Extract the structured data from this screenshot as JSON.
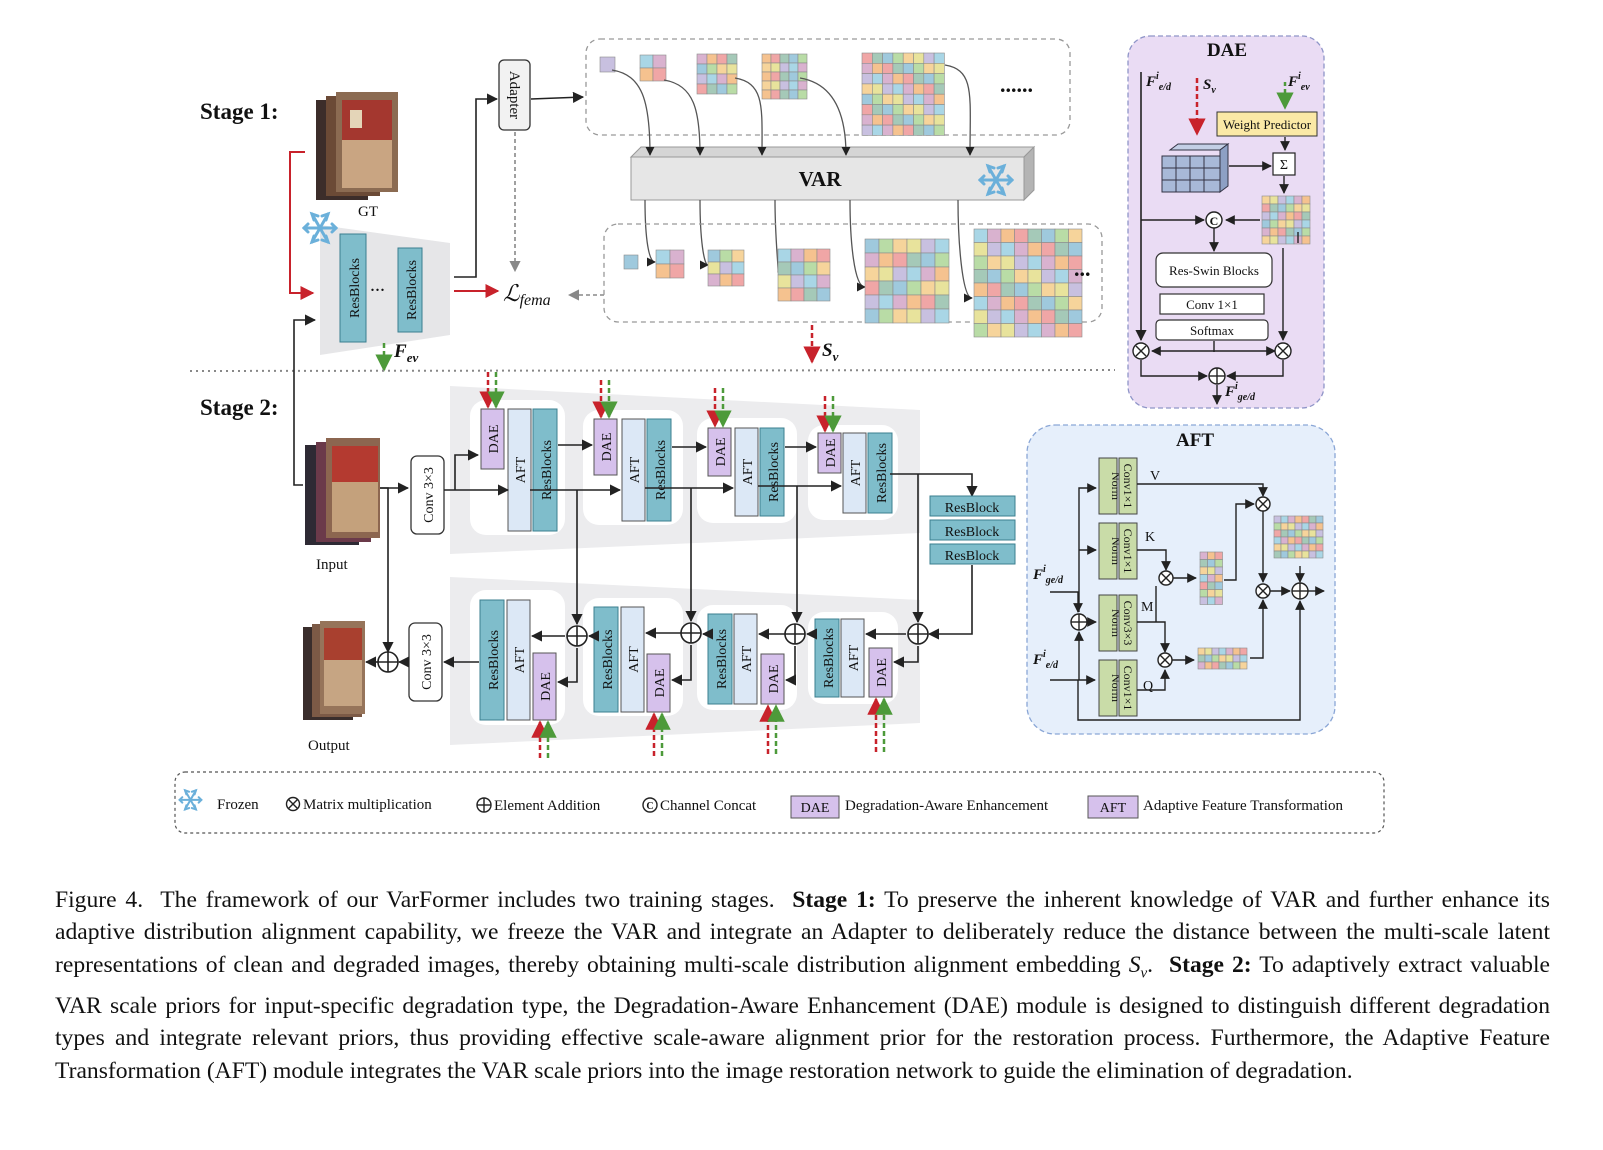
{
  "stage1": {
    "label": "Stage 1:",
    "gt_label": "GT"
  },
  "stage2": {
    "label": "Stage 2:",
    "input_label": "Input",
    "output_label": "Output"
  },
  "encoder": {
    "block_label": "ResBlocks",
    "ellipsis": "...",
    "feature_label": "F",
    "feature_sub": "ev"
  },
  "adapter": {
    "label": "Adapter"
  },
  "loss": {
    "label": "ℒ",
    "sub": "fema"
  },
  "var": {
    "label": "VAR",
    "ellipsis": "......",
    "out_ellipsis": "...",
    "sv_label": "S",
    "sv_sub": "v"
  },
  "network": {
    "conv_label": "Conv 3×3",
    "dae_label": "DAE",
    "aft_label": "AFT",
    "resblocks_label": "ResBlocks",
    "resblock_label": "ResBlock"
  },
  "dae_panel": {
    "title": "DAE",
    "f_ed": "F",
    "f_ed_sup": "i",
    "f_ed_sub": "e/d",
    "sv": "S",
    "sv_sub": "v",
    "f_ev": "F",
    "f_ev_sup": "i",
    "f_ev_sub": "ev",
    "weight_predictor": "Weight Predictor",
    "sigma": "Σ",
    "concat": "C",
    "res_swin": "Res-Swin Blocks",
    "conv1x1": "Conv 1×1",
    "softmax": "Softmax",
    "out": "F",
    "out_sup": "i",
    "out_sub": "ge/d"
  },
  "aft_panel": {
    "title": "AFT",
    "norm": "Norm",
    "conv1x1": "Conv1×1",
    "conv3x3": "Conv3×3",
    "v": "V",
    "k": "K",
    "m": "M",
    "q": "Q",
    "in1": "F",
    "in1_sup": "i",
    "in1_sub": "ge/d",
    "in2": "F",
    "in2_sup": "i",
    "in2_sub": "e/d"
  },
  "legend": {
    "frozen": "Frozen",
    "matmul": "Matrix multiplication",
    "addition": "Element Addition",
    "concat": "Channel Concat",
    "dae_box": "DAE",
    "dae_text": "Degradation-Aware Enhancement",
    "aft_box": "AFT",
    "aft_text": "Adaptive Feature Transformation"
  },
  "caption": {
    "fig": "Figure 4.",
    "part1": "The framework of our VarFormer includes two training stages.",
    "stage1": "Stage 1:",
    "part2": "To preserve the inherent knowledge of VAR and further enhance its adaptive distribution alignment capability, we freeze the VAR and integrate an Adapter to deliberately reduce the distance between the multi-scale latent representations of clean and degraded images, thereby obtaining multi-scale distribution alignment embedding",
    "sv": "S",
    "sv_sub": "v",
    "dot": ".",
    "stage2": "Stage 2:",
    "part3": "To adaptively extract valuable VAR scale priors for input-specific degradation type, the Degradation-Aware Enhancement (DAE) module is designed to distinguish different degradation types and integrate relevant priors, thus providing effective scale-aware alignment prior for the restoration process. Furthermore, the Adaptive Feature Transformation (AFT) module integrates the VAR scale priors into the image restoration network to guide the elimination of degradation."
  },
  "colors": {
    "teal": "#7fbdcb",
    "lavender": "#d6c1ec",
    "pale_blue": "#dce8f6",
    "norm_green": "#c9dca8",
    "red_arrow": "#c8222b",
    "green_arrow": "#4d9a3a",
    "dae_bg": "#eadcf4",
    "aft_bg": "#e6effb",
    "snow": "#6bb0da",
    "wp_yellow": "#fbe9a6"
  }
}
